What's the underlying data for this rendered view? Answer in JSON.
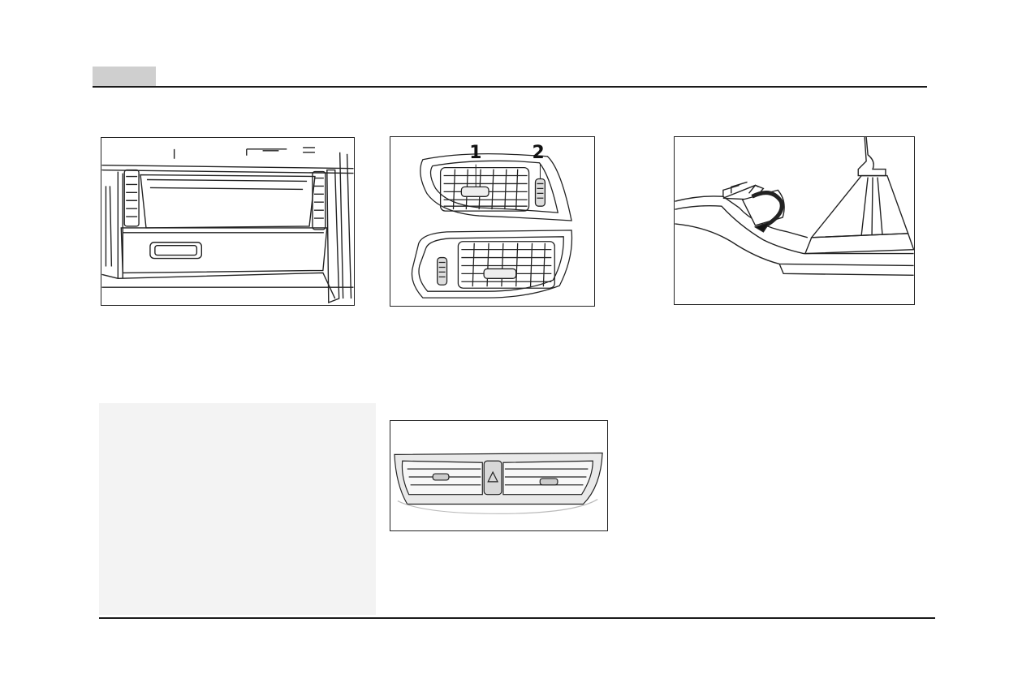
{
  "header": {
    "section_tab": ""
  },
  "figures": {
    "glovebox": {
      "icon": "glove-box-illustration"
    },
    "side_vents": {
      "icon": "side-air-vents-illustration",
      "labels": {
        "vent_grille": "1",
        "vent_thumbwheel": "2"
      }
    },
    "shifter": {
      "icon": "gear-shifter-storage-illustration"
    },
    "center_vent": {
      "icon": "center-air-vent-illustration"
    }
  },
  "note_box": {
    "text": ""
  }
}
